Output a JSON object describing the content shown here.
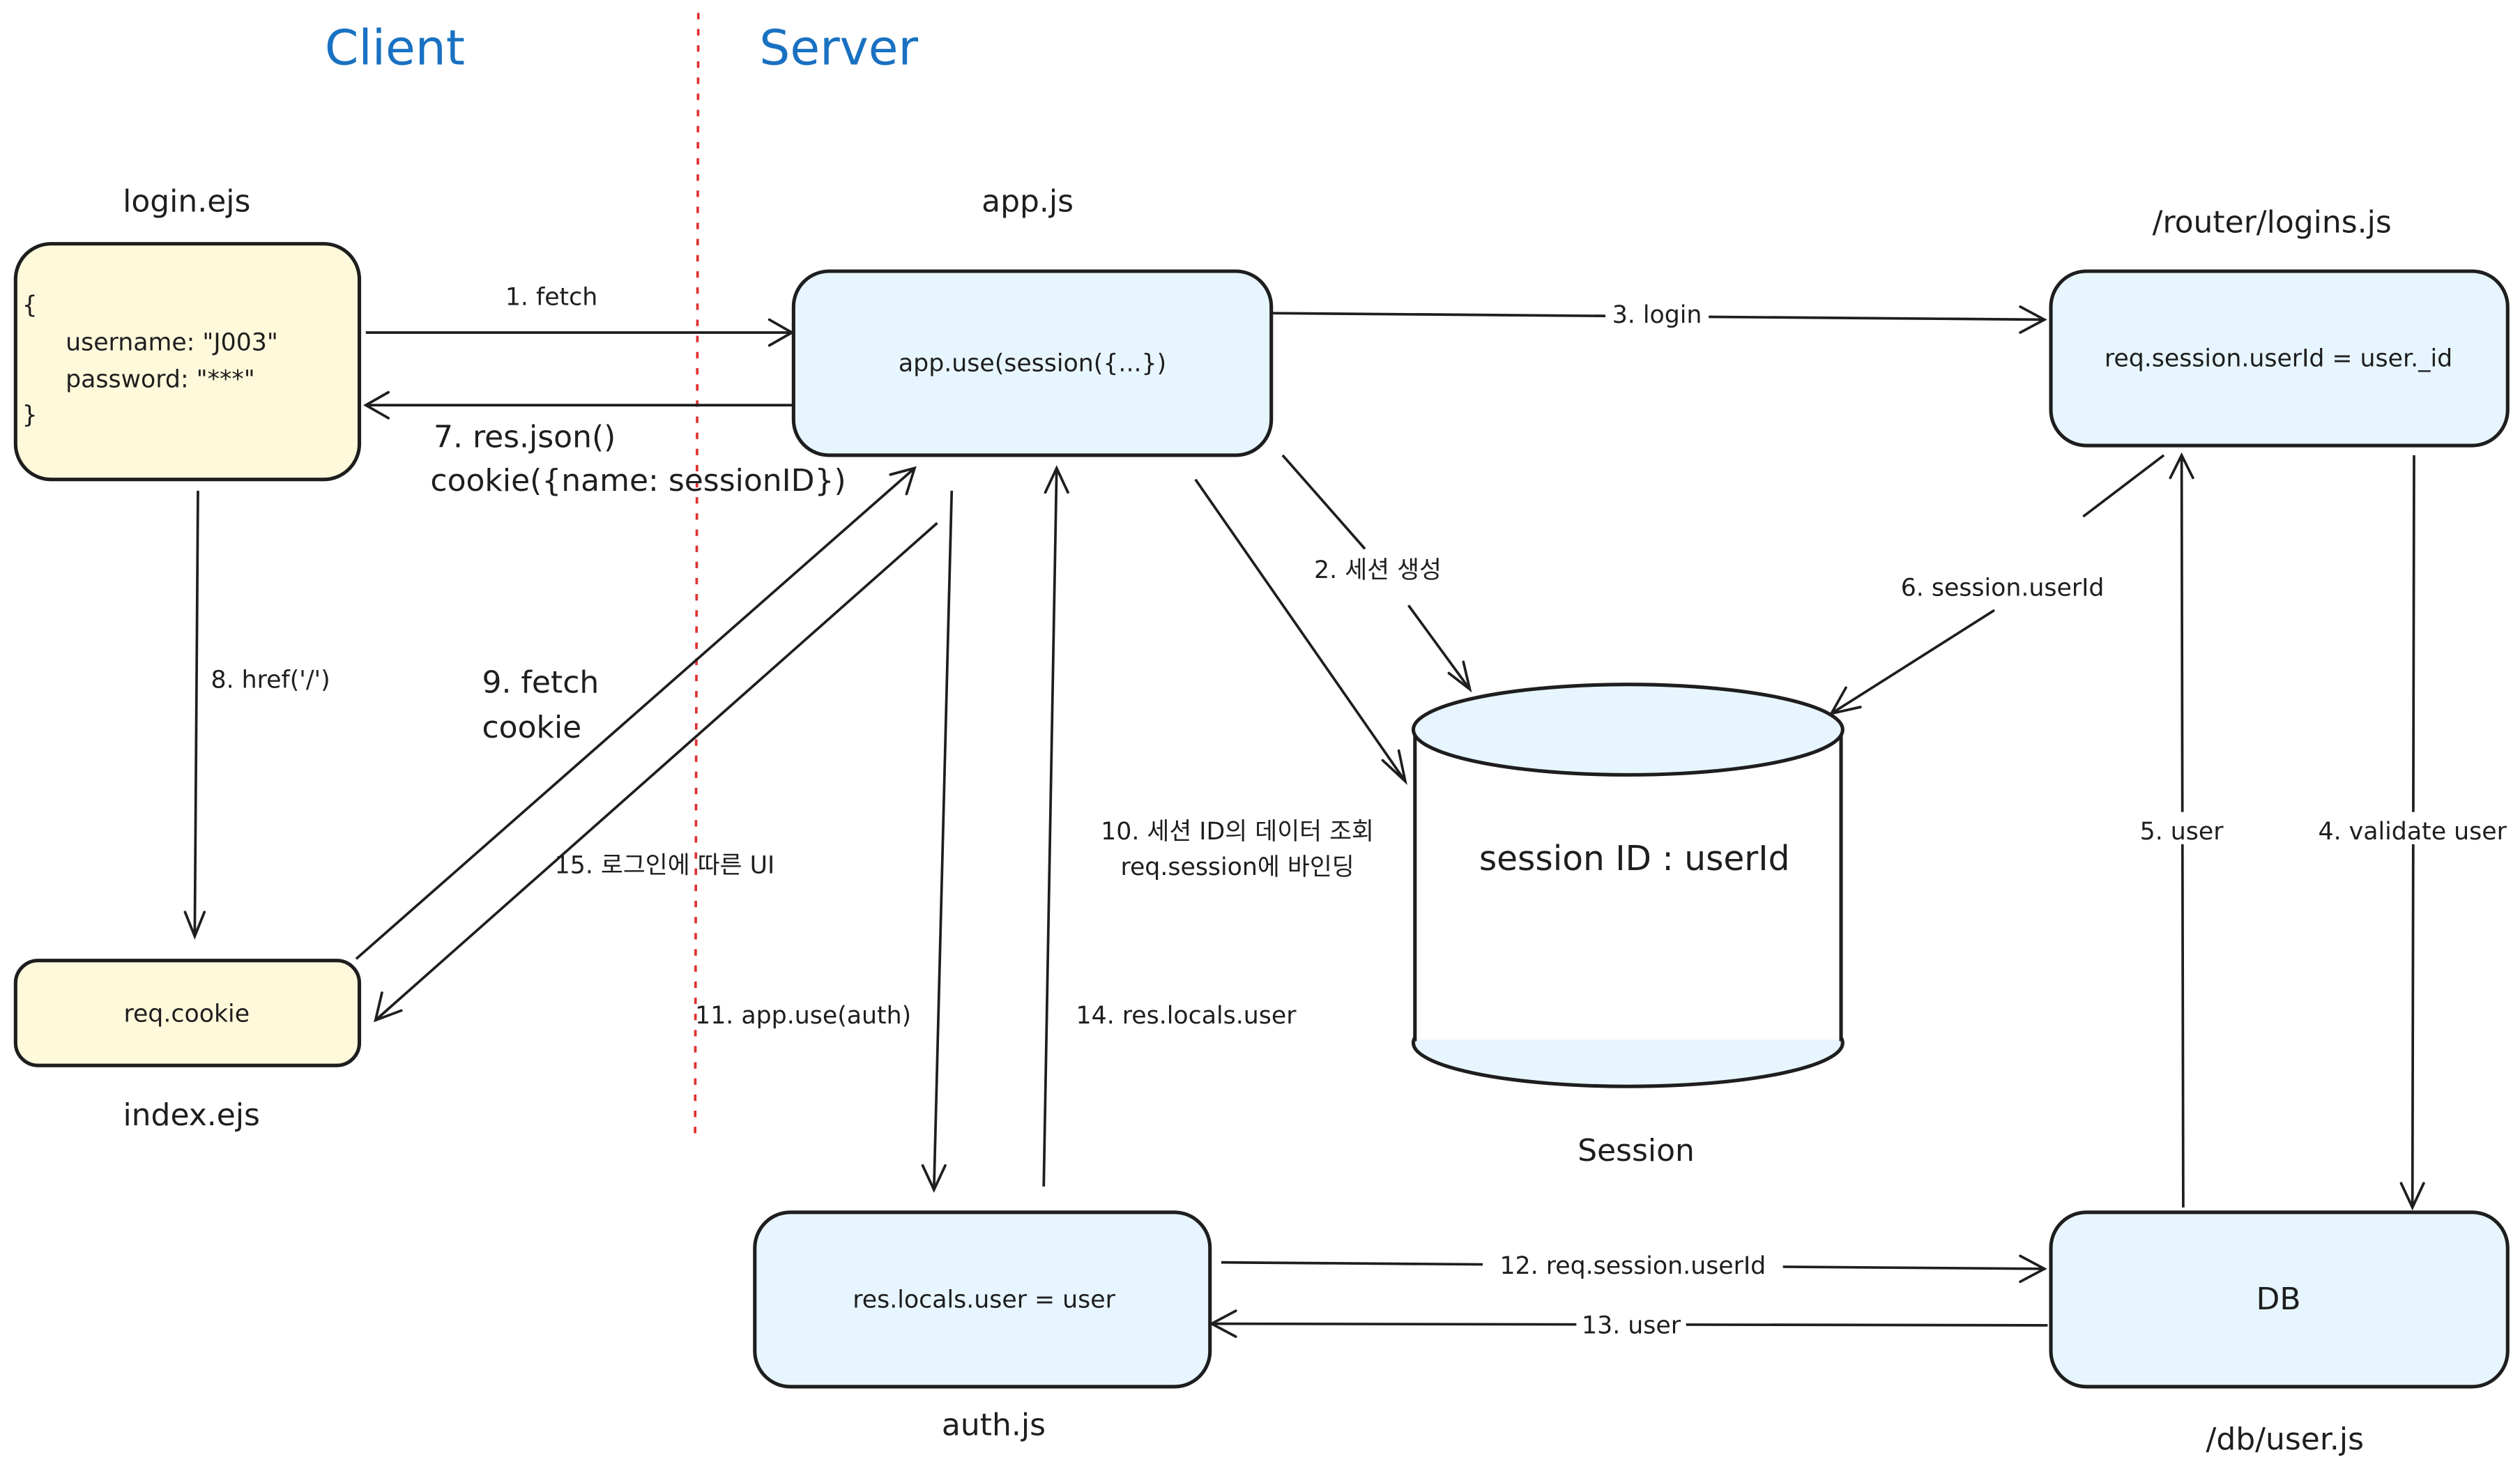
{
  "headers": {
    "client": "Client",
    "server": "Server"
  },
  "colors": {
    "client_header": "#1971c2",
    "divider": "#e03131",
    "client_box_fill": "#fff9db",
    "server_box_fill": "#e7f5ff",
    "stroke": "#1e1e1e"
  },
  "nodes": {
    "login": {
      "title": "login.ejs",
      "lines": [
        "{",
        "username: \"J003\"",
        "password: \"***\"",
        "}"
      ]
    },
    "index": {
      "title": "index.ejs",
      "content": "req.cookie"
    },
    "app": {
      "title": "app.js",
      "content": "app.use(session({...})"
    },
    "router": {
      "title": "/router/logins.js",
      "content": "req.session.userId = user._id"
    },
    "session": {
      "title": "Session",
      "content": "session ID : userId"
    },
    "auth": {
      "title": "auth.js",
      "content": "res.locals.user = user"
    },
    "db": {
      "title": "/db/user.js",
      "content": "DB"
    }
  },
  "edges": {
    "e1": "1. fetch",
    "e2": "2. 세션 생성",
    "e3": "3. login",
    "e4": "4. validate user",
    "e5": "5. user",
    "e6": "6. session.userId",
    "e7a": "7. res.json()",
    "e7b": "cookie({name: sessionID})",
    "e8": "8. href('/')",
    "e9a": "9. fetch",
    "e9b": "cookie",
    "e10a": "10. 세션 ID의 데이터 조회",
    "e10b": "req.session에 바인딩",
    "e11": "11. app.use(auth)",
    "e12": "12. req.session.userId",
    "e13": "13. user",
    "e14": "14. res.locals.user",
    "e15": "15. 로그인에 따른 UI"
  }
}
